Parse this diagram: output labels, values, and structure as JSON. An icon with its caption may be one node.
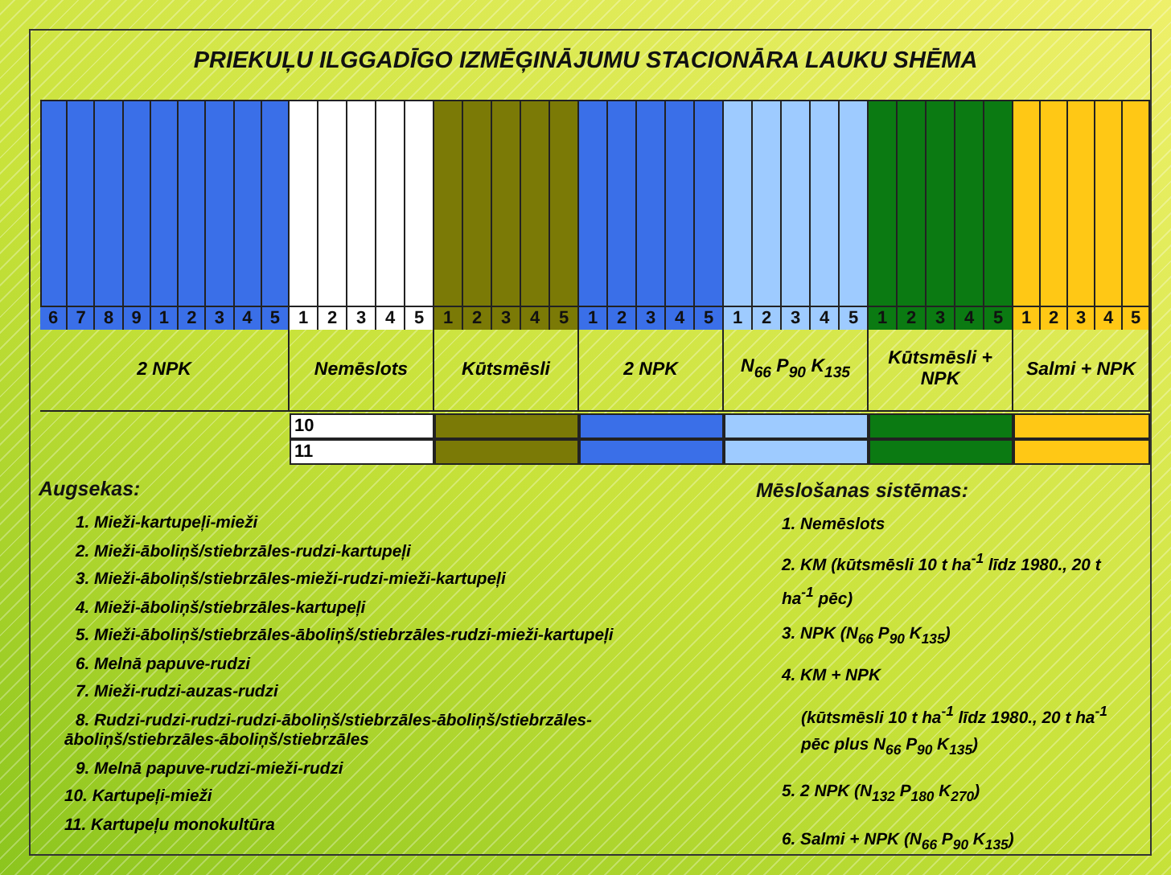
{
  "diagram": {
    "title": "PRIEKUĻU ILGGADĪGO IZMĒĢINĀJUMU STACIONĀRA LAUKU SHĒMA",
    "labels": [
      "6",
      "7",
      "8",
      "9",
      "1",
      "2",
      "3",
      "4",
      "5",
      "1",
      "2",
      "3",
      "4",
      "5",
      "1",
      "2",
      "3",
      "4",
      "5",
      "1",
      "2",
      "3",
      "4",
      "5",
      "1",
      "2",
      "3",
      "4",
      "5",
      "1",
      "2",
      "3",
      "4",
      "5",
      "1",
      "2",
      "3",
      "4",
      "5",
      "2 NPK",
      "Nemēslots",
      "Kūtsmēsli",
      "2 NPK",
      "N$_{66}$ P$_{90}$ K$_{135}$",
      "Kūtsmēsli + NPK",
      "Salmi + NPK",
      "10",
      "11",
      "Augsekas:",
      "1. Mieži-kartupeļi-mieži",
      "2. Mieži-āboliņš/stiebrzāles-rudzi-kartupeļi",
      "3. Mieži-āboliņš/stiebrzāles-mieži-rudzi-mieži-kartupeļi",
      "4. Mieži-āboliņš/stiebrzāles-kartupeļi",
      "5. Mieži-āboliņš/stiebrzāles-āboliņš/stiebrzāles-rudzi-mieži-kartupeļi",
      "6. Melnā papuve-rudzi",
      "7. Mieži-rudzi-auzas-rudzi",
      "8. Rudzi-rudzi-rudzi-rudzi-āboliņš/stiebrzāles-āboliņš/stiebrzāles-āboliņš/stiebrzāles-āboliņš/stiebrzāles",
      "9. Melnā papuve-rudzi-mieži-rudzi",
      "10. Kartupeļi-mieži",
      "11. Kartupeļu monokultūra",
      "Mēslošanas sistēmas:",
      "1. Nemēslots",
      "2. KM (kūtsmēsli 10 t ha$^{-1}$ līdz 1980., 20 t ha$^{-1}$ pēc)",
      "3. NPK (N$_{66}$ P$_{90}$ K$_{135}$)",
      "4. KM + NPK",
      "(kūtsmēsli 10 t ha$^{-1}$ līdz 1980., 20 t ha$^{-1}$ pēc plus N$_{66}$ P$_{90}$ K$_{135}$)",
      "5. 2 NPK (N$_{132}$ P$_{180}$ K$_{270}$)",
      "6. Salmi + NPK (N$_{66}$ P$_{90}$ K$_{135}$)"
    ]
  }
}
